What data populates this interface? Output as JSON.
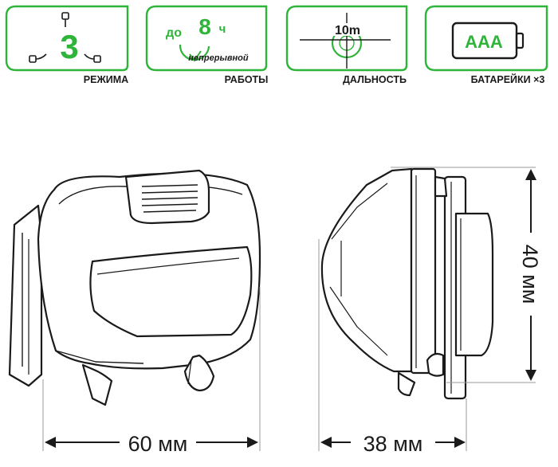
{
  "colors": {
    "accent": "#2fb43a",
    "line": "#1a1a1a",
    "grey": "#9a9a9a"
  },
  "features": [
    {
      "icon": "modes-icon",
      "value": "3",
      "label": "РЕЖИМА"
    },
    {
      "icon": "runtime-icon",
      "prefix": "до",
      "value": "8",
      "unit": "ч",
      "note": "непрерывной",
      "label": "РАБОТЫ"
    },
    {
      "icon": "range-icon",
      "value": "10m",
      "label": "ДАЛЬНОСТЬ"
    },
    {
      "icon": "battery-icon",
      "value": "AAA",
      "label": "БАТАРЕЙКИ ×3"
    }
  ],
  "dimensions": {
    "width": "60 мм",
    "depth": "38 мм",
    "height": "40 мм"
  }
}
